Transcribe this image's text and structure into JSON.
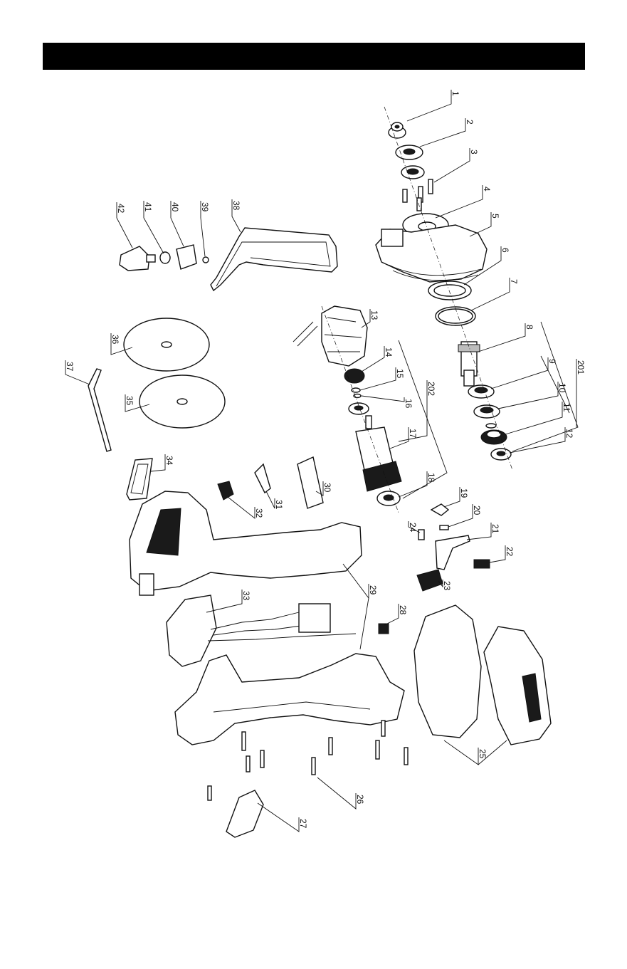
{
  "header": {
    "title": ""
  },
  "callouts": [
    {
      "label": "1"
    },
    {
      "label": "2"
    },
    {
      "label": "3"
    },
    {
      "label": "4"
    },
    {
      "label": "5"
    },
    {
      "label": "6"
    },
    {
      "label": "7"
    },
    {
      "label": "8"
    },
    {
      "label": "9"
    },
    {
      "label": "10"
    },
    {
      "label": "201"
    },
    {
      "label": "11"
    },
    {
      "label": "12"
    },
    {
      "label": "13"
    },
    {
      "label": "14"
    },
    {
      "label": "15"
    },
    {
      "label": "16"
    },
    {
      "label": "202"
    },
    {
      "label": "17"
    },
    {
      "label": "18"
    },
    {
      "label": "19"
    },
    {
      "label": "20"
    },
    {
      "label": "21"
    },
    {
      "label": "22"
    },
    {
      "label": "23"
    },
    {
      "label": "24"
    },
    {
      "label": "25"
    },
    {
      "label": "26"
    },
    {
      "label": "27"
    },
    {
      "label": "28"
    },
    {
      "label": "29"
    },
    {
      "label": "30"
    },
    {
      "label": "31"
    },
    {
      "label": "32"
    },
    {
      "label": "33"
    },
    {
      "label": "34"
    },
    {
      "label": "35"
    },
    {
      "label": "36"
    },
    {
      "label": "37"
    },
    {
      "label": "38"
    },
    {
      "label": "39"
    },
    {
      "label": "40"
    },
    {
      "label": "41"
    },
    {
      "label": "42"
    }
  ],
  "colors": {
    "ink": "#111111",
    "header": "#000000",
    "background": "#ffffff"
  }
}
